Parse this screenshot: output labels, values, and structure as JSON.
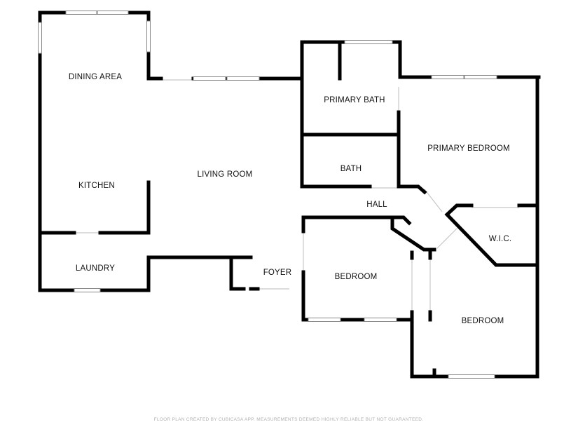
{
  "rooms": {
    "dining_area": "DINING AREA",
    "kitchen": "KITCHEN",
    "laundry": "LAUNDRY",
    "living_room": "LIVING ROOM",
    "foyer": "FOYER",
    "primary_bath": "PRIMARY BATH",
    "bath": "BATH",
    "hall": "HALL",
    "bedroom_1": "BEDROOM",
    "primary_bedroom": "PRIMARY BEDROOM",
    "wic": "W.I.C.",
    "bedroom_2": "BEDROOM"
  },
  "footer": "FLOOR PLAN CREATED BY CUBICASA APP. MEASUREMENTS DEEMED HIGHLY RELIABLE BUT NOT GUARANTEED.",
  "colors": {
    "wall": "#000000",
    "background": "#ffffff",
    "window": "#888888"
  }
}
